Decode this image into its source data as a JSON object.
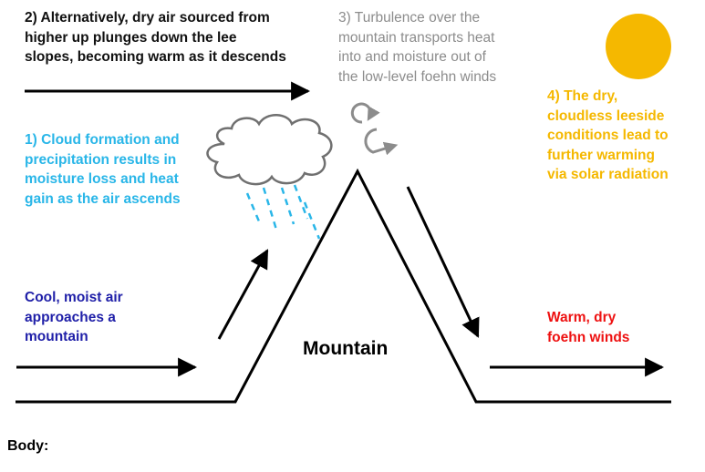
{
  "labels": {
    "step1": [
      "1) Cloud formation and",
      "precipitation results in",
      "moisture loss and heat",
      "gain as the air ascends"
    ],
    "step2": [
      "2) Alternatively, dry air sourced from",
      "higher up plunges down the lee",
      "slopes, becoming warm as it descends"
    ],
    "step3": [
      "3) Turbulence over the",
      "mountain transports heat",
      "into and moisture out of",
      "the low-level foehn winds"
    ],
    "step4": [
      "4) The dry,",
      "cloudless leeside",
      "conditions lead to",
      "further warming",
      "via solar radiation"
    ],
    "cool_air": [
      "Cool, moist air",
      "approaches a",
      "mountain"
    ],
    "warm_winds": [
      "Warm, dry",
      "foehn winds"
    ],
    "mountain": "Mountain",
    "footer": "Body:"
  },
  "colors": {
    "step1": "#29b6e8",
    "step2": "#111111",
    "step3": "#8c8c8c",
    "step4": "#f5b800",
    "cool_air": "#1f1fa8",
    "warm_winds": "#ee1111",
    "sun": "#f5b800",
    "rain": "#29b6e8",
    "turbulence": "#8c8c8c"
  },
  "icons": [
    "sun-icon",
    "cloud-icon",
    "rain-icon",
    "turbulence-icon"
  ]
}
